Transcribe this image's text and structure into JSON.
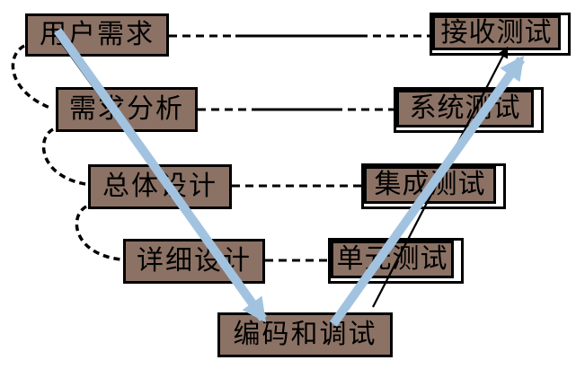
{
  "diagram_type": "v-model-software-lifecycle",
  "colors": {
    "box_fill": "#8B7265",
    "box_border": "#000000",
    "connector": "#000000",
    "arrow": "#A2C3E0",
    "background": "#FFFFFF"
  },
  "nodes": {
    "left": [
      {
        "id": "user-requirements",
        "label": "用户需求"
      },
      {
        "id": "requirements-analysis",
        "label": "需求分析"
      },
      {
        "id": "overall-design",
        "label": "总体设计"
      },
      {
        "id": "detailed-design",
        "label": "详细设计"
      }
    ],
    "bottom": {
      "id": "coding-debugging",
      "label": "编码和调试"
    },
    "right": [
      {
        "id": "acceptance-testing",
        "label": "接收测试"
      },
      {
        "id": "system-testing",
        "label": "系统测试"
      },
      {
        "id": "integration-testing",
        "label": "集成测试"
      },
      {
        "id": "unit-testing",
        "label": "单元测试"
      }
    ]
  },
  "edges": {
    "horizontal_dashed": [
      {
        "from": "用户需求",
        "to": "接收测试"
      },
      {
        "from": "需求分析",
        "to": "系统测试"
      },
      {
        "from": "总体设计",
        "to": "集成测试"
      },
      {
        "from": "详细设计",
        "to": "单元测试"
      }
    ],
    "left_dashed_curves": [
      {
        "from": "用户需求",
        "to": "需求分析"
      },
      {
        "from": "需求分析",
        "to": "总体设计"
      },
      {
        "from": "总体设计",
        "to": "详细设计"
      }
    ],
    "v_arrows": [
      {
        "from": "用户需求",
        "to": "编码和调试",
        "direction": "down-right"
      },
      {
        "from": "编码和调试",
        "to": "接收测试",
        "direction": "up-right"
      }
    ]
  }
}
